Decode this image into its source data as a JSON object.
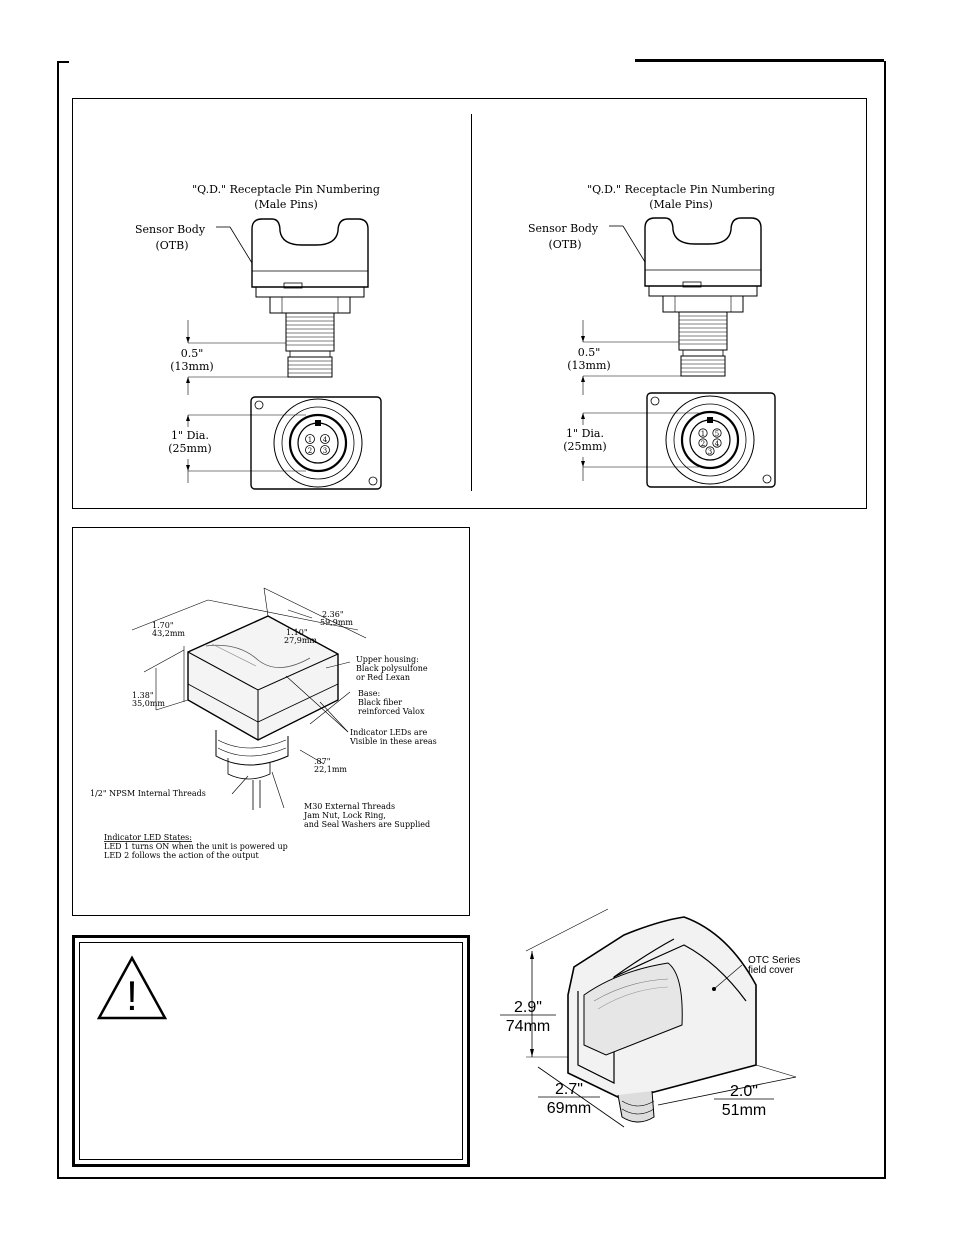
{
  "qd_left": {
    "title_line1": "\"Q.D.\" Receptacle Pin Numbering",
    "title_line2": "(Male Pins)",
    "sensor_body_line1": "Sensor Body",
    "sensor_body_line2": "(OTB)",
    "dim_half_inch": "0.5\"",
    "dim_half_mm": "(13mm)",
    "dim_dia_inch": "1\" Dia.",
    "dim_dia_mm": "(25mm)",
    "pins": [
      "1",
      "4",
      "2",
      "3"
    ]
  },
  "qd_right": {
    "title_line1": "\"Q.D.\" Receptacle Pin Numbering",
    "title_line2": "(Male Pins)",
    "sensor_body_line1": "Sensor Body",
    "sensor_body_line2": "(OTB)",
    "dim_half_inch": "0.5\"",
    "dim_half_mm": "(13mm)",
    "dim_dia_inch": "1\" Dia.",
    "dim_dia_mm": "(25mm)",
    "pins": [
      "1",
      "5",
      "2",
      "4",
      "3"
    ]
  },
  "dims": {
    "width_in": "2.36\"",
    "width_mm": "59,9mm",
    "depth_in": "1.70\"",
    "depth_mm": "43,2mm",
    "inner_in": "1.10\"",
    "inner_mm": "27,9mm",
    "height_in": "1.38\"",
    "height_mm": "35,0mm",
    "thread_in": ".87\"",
    "thread_mm": "22,1mm",
    "upper_housing_1": "Upper housing:",
    "upper_housing_2": "Black polysulfone",
    "upper_housing_3": "or Red Lexan",
    "base_1": "Base:",
    "base_2": "Black fiber",
    "base_3": "reinforced Valox",
    "led_vis_1": "Indicator LEDs are",
    "led_vis_2": "Visible in these areas",
    "npsm": "1/2\" NPSM Internal Threads",
    "m30_1": "M30 External Threads",
    "m30_2": "Jam Nut, Lock Ring,",
    "m30_3": "and Seal Washers are Supplied",
    "led_states_title": "Indicator LED States:",
    "led_state_1": "LED 1 turns ON when the unit is powered up",
    "led_state_2": "LED 2 follows the action of the output"
  },
  "cover": {
    "label_1": "OTC Series",
    "label_2": "field cover",
    "height_in": "2.9\"",
    "height_mm": "74mm",
    "depth_in": "2.7\"",
    "depth_mm": "69mm",
    "width_in": "2.0\"",
    "width_mm": "51mm"
  },
  "warning": {
    "symbol": "!"
  }
}
